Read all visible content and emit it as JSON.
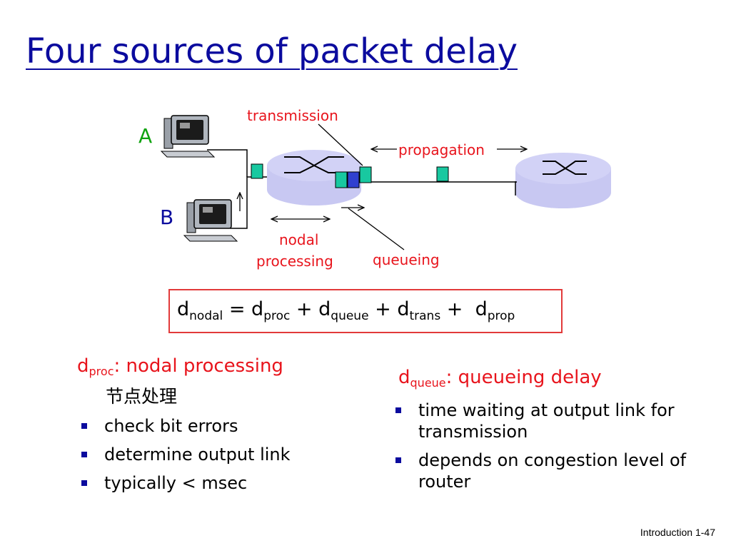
{
  "title": "Four sources of packet delay",
  "diagram": {
    "host_a": "A",
    "host_b": "B",
    "transmission": "transmission",
    "propagation": "propagation",
    "nodal_line1": "nodal",
    "nodal_line2": "processing",
    "queueing": "queueing"
  },
  "formula": {
    "d": "d",
    "nodal": "nodal",
    "proc": "proc",
    "queue": "queue",
    "trans": "trans",
    "prop": "prop"
  },
  "left": {
    "head_d": "d",
    "head_sub": "proc",
    "head_text": ": nodal processing",
    "chinese": "节点处理",
    "items": [
      "check bit errors",
      "determine output link",
      "typically < msec"
    ]
  },
  "right": {
    "head_d": "d",
    "head_sub": "queue",
    "head_text": ": queueing delay",
    "items": [
      "time waiting at output link for transmission",
      "depends on congestion level of router"
    ]
  },
  "footer": "Introduction 1-47",
  "colors": {
    "title": "#0b0b9e",
    "accent_red": "#e8141c",
    "router": "#c8c8f2",
    "packet": "#18c8a0",
    "queued_packet": "#3040d0"
  }
}
